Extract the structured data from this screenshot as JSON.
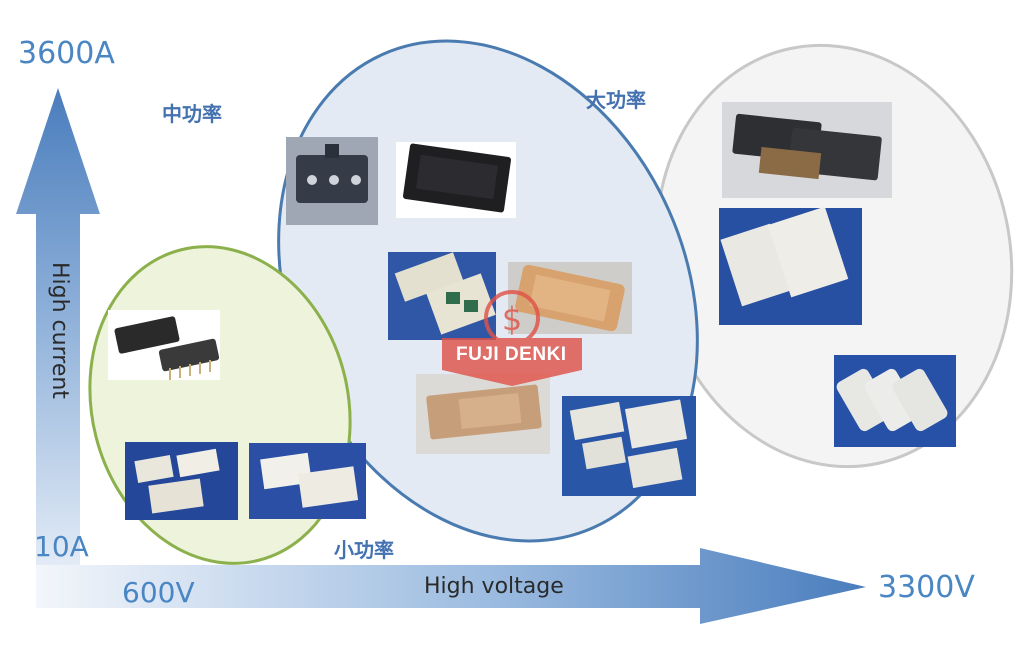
{
  "axes": {
    "current_max": "3600A",
    "current_min": "10A",
    "current_title": "High current",
    "voltage_min": "600V",
    "voltage_max": "3300V",
    "voltage_title": "High voltage"
  },
  "categories": {
    "small": "小功率",
    "medium": "中功率",
    "large": "大功率"
  },
  "watermark": {
    "text": "FUJI DENKI"
  },
  "colors": {
    "axis_blue": "#4a86c3",
    "label_blue": "#4472b0",
    "small_ellipse_stroke": "#8bb04c",
    "small_ellipse_fill": "#eef3dc",
    "medium_ellipse_stroke": "#4a7bb0",
    "medium_ellipse_fill": "#e3eaf4",
    "large_ellipse_stroke": "#c8c8c8",
    "large_ellipse_fill": "#f4f4f4",
    "watermark_red": "#e0534a"
  }
}
